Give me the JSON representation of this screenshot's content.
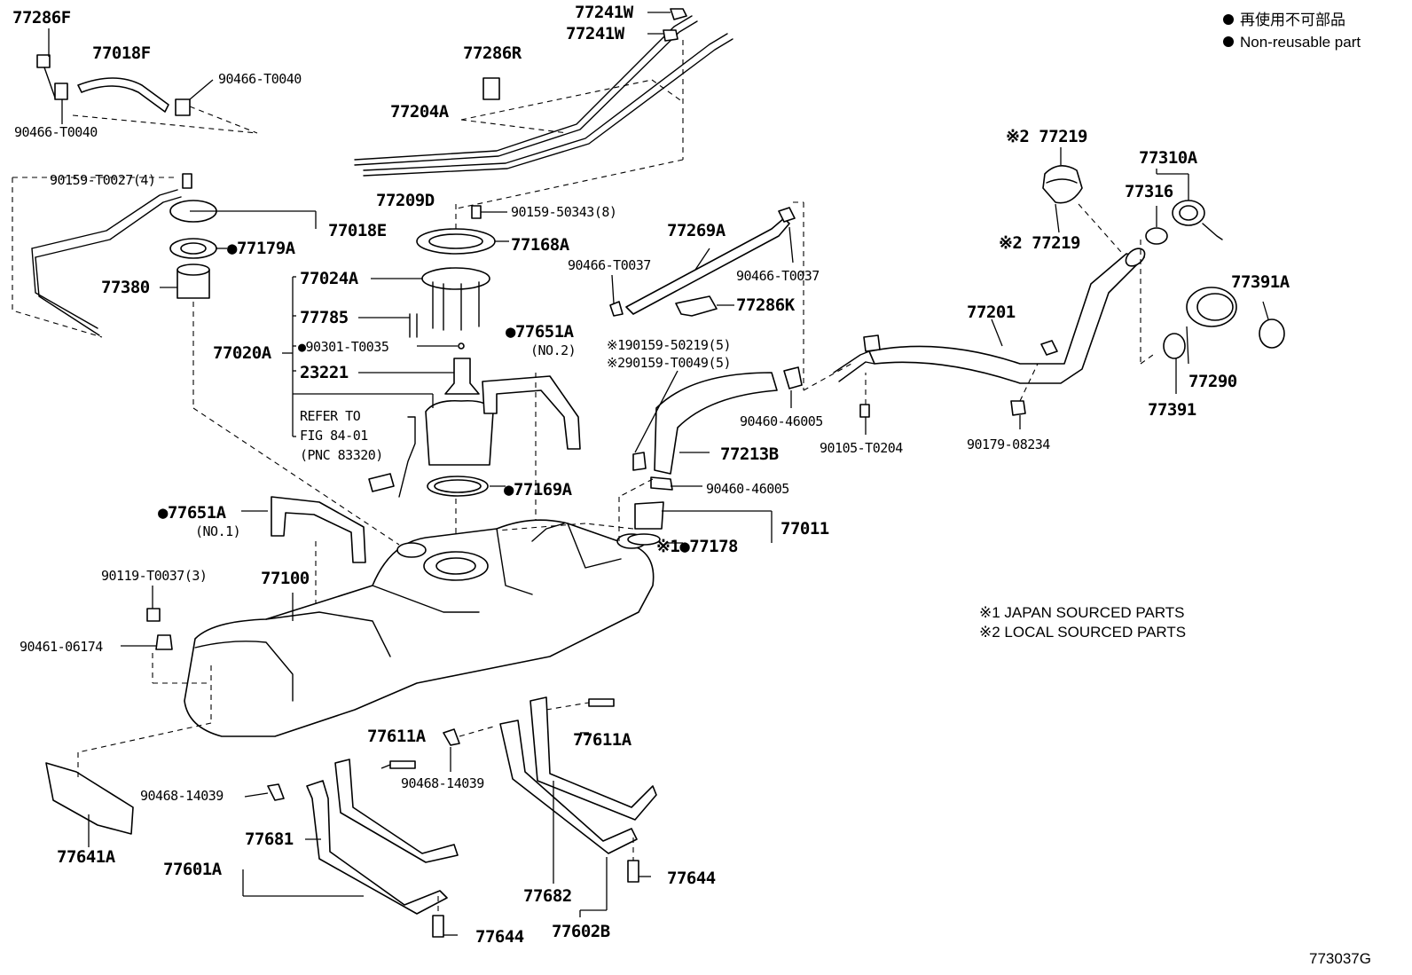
{
  "legend": {
    "line1": "再使用不可部品",
    "line2": "Non-reusable part",
    "dot": "●"
  },
  "notes": {
    "n1": "※1 JAPAN SOURCED PARTS",
    "n2": "※2 LOCAL SOURCED PARTS"
  },
  "figure_code": "773037G",
  "callouts": {
    "p77286F": "77286F",
    "p77018F": "77018F",
    "p90466_T0040_a": "90466-T0040",
    "p90466_T0040_b": "90466-T0040",
    "p90159_T0027": "90159-T0027(4)",
    "p77018E": "77018E",
    "p77179A": "●77179A",
    "p77380": "77380",
    "p77241W_a": "77241W",
    "p77241W_b": "77241W",
    "p77286R": "77286R",
    "p77204A": "77204A",
    "p77209D": "77209D",
    "p90159_50343": "90159-50343(8)",
    "p77168A": "77168A",
    "p77024A": "77024A",
    "p77785": "77785",
    "p77020A": "77020A",
    "p90301_T0035": "●90301-T0035",
    "p23221": "23221",
    "refer1": "REFER TO",
    "refer2": "FIG 84-01",
    "refer3": "(PNC 83320)",
    "p77651A_no2": "●77651A",
    "no2": "(NO.2)",
    "p77169A": "●77169A",
    "p77651A_no1": "●77651A",
    "no1": "(NO.1)",
    "p77269A": "77269A",
    "p90466_T0037_a": "90466-T0037",
    "p90466_T0037_b": "90466-T0037",
    "p77286K": "77286K",
    "p190159": "※190159-50219(5)",
    "p290159": "※290159-T0049(5)",
    "p77213B": "77213B",
    "p90460_46005_a": "90460-46005",
    "p90460_46005_b": "90460-46005",
    "p77011": "77011",
    "p77178": "※1●77178",
    "p77219_a": "※2 77219",
    "p77219_b": "※2 77219",
    "p77310A": "77310A",
    "p77316": "77316",
    "p77201": "77201",
    "p77391A": "77391A",
    "p77290": "77290",
    "p77391": "77391",
    "p90105_T0204": "90105-T0204",
    "p90179_08234": "90179-08234",
    "p77100": "77100",
    "p90119_T0037": "90119-T0037(3)",
    "p90461_06174": "90461-06174",
    "p77611A_a": "77611A",
    "p77611A_b": "77611A",
    "p90468_14039_a": "90468-14039",
    "p90468_14039_b": "90468-14039",
    "p77641A": "77641A",
    "p77681": "77681",
    "p77601A": "77601A",
    "p77644_a": "77644",
    "p77644_b": "77644",
    "p77682": "77682",
    "p77602B": "77602B"
  }
}
